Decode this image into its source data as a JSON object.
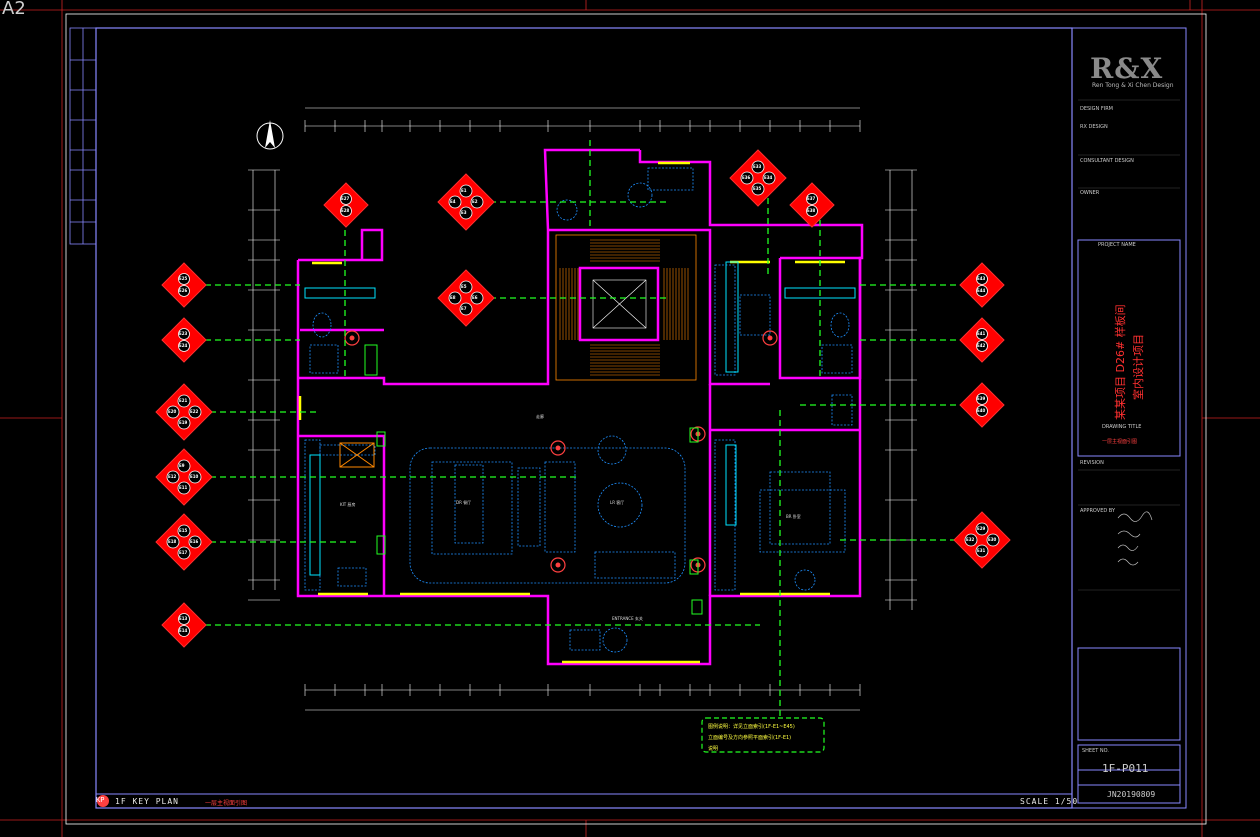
{
  "zone_tag": "A2",
  "title_block": {
    "logo": "R&X",
    "logo_subtitle": "Ren Tong & Xi Chen Design",
    "fields": [
      {
        "label": "DESIGN FIRM",
        "value": "RX DESIGN"
      },
      {
        "label": "CONSULTANT DESIGN",
        "value": ""
      },
      {
        "label": "OWNER",
        "value": ""
      }
    ],
    "project_label": "PROJECT NAME",
    "project_name_1": "某某项目 D26# 样板间",
    "project_name_2": "室内设计项目",
    "drawing_label": "DRAWING TITLE",
    "drawing_title": "一层主视面引图",
    "revision_label": "REVISION",
    "approval_label": "APPROVED BY",
    "sheet_label": "SHEET NO.",
    "drawing_no": "1F-P011",
    "job_no": "JN20190809"
  },
  "sheet_footer": {
    "kp_badge": "KP",
    "title": "1F KEY PLAN",
    "subtitle": "一层主视面引图",
    "scale": "SCALE 1/50"
  },
  "note_box": {
    "line1": "图例说明：详见立面索引(1F-E1~E45)",
    "line2": "立面编号及方向参照平面索引(1F-E1)",
    "line3": "说明"
  },
  "rooms": [
    {
      "id": "living",
      "label": "LR 客厅"
    },
    {
      "id": "dining",
      "label": "DR 餐厅"
    },
    {
      "id": "kitchen",
      "label": "KIT 厨房"
    },
    {
      "id": "bedroom",
      "label": "BR 卧室"
    },
    {
      "id": "entrance",
      "label": "ENTRANCE 玄关"
    },
    {
      "id": "corridor",
      "label": "走廊"
    }
  ],
  "elevation_markers": [
    {
      "id": "m1",
      "codes": [
        "E1",
        "E2",
        "E3",
        "E4"
      ]
    },
    {
      "id": "m2",
      "codes": [
        "E5",
        "E6",
        "E7",
        "E8"
      ]
    },
    {
      "id": "m3",
      "codes": [
        "E33",
        "E34",
        "E35",
        "E36"
      ]
    },
    {
      "id": "m4",
      "codes": [
        "E27",
        "E28"
      ]
    },
    {
      "id": "m5",
      "codes": [
        "E37",
        "E38"
      ]
    },
    {
      "id": "m6",
      "codes": [
        "E25",
        "E26"
      ]
    },
    {
      "id": "m7",
      "codes": [
        "E23",
        "E24"
      ]
    },
    {
      "id": "m8",
      "codes": [
        "E21",
        "E22",
        "E19",
        "E20"
      ]
    },
    {
      "id": "m9",
      "codes": [
        "E9",
        "E10",
        "E11",
        "E12"
      ]
    },
    {
      "id": "m10",
      "codes": [
        "E15",
        "E16",
        "E17",
        "E18"
      ]
    },
    {
      "id": "m11",
      "codes": [
        "E13",
        "E14"
      ]
    },
    {
      "id": "m12",
      "codes": [
        "E43",
        "E44"
      ]
    },
    {
      "id": "m13",
      "codes": [
        "E41",
        "E42"
      ]
    },
    {
      "id": "m14",
      "codes": [
        "E39",
        "E40"
      ]
    },
    {
      "id": "m15",
      "codes": [
        "E29",
        "E30",
        "E31",
        "E32"
      ]
    }
  ],
  "colors": {
    "wall": "#ff00ff",
    "dim": "#ffffff",
    "frame": "#8888ff",
    "elevation_line": "#22ff22",
    "marker_fill": "#ff0000",
    "furniture": "#1e90ff",
    "stairs": "#ff8800",
    "window": "#ffff00"
  }
}
